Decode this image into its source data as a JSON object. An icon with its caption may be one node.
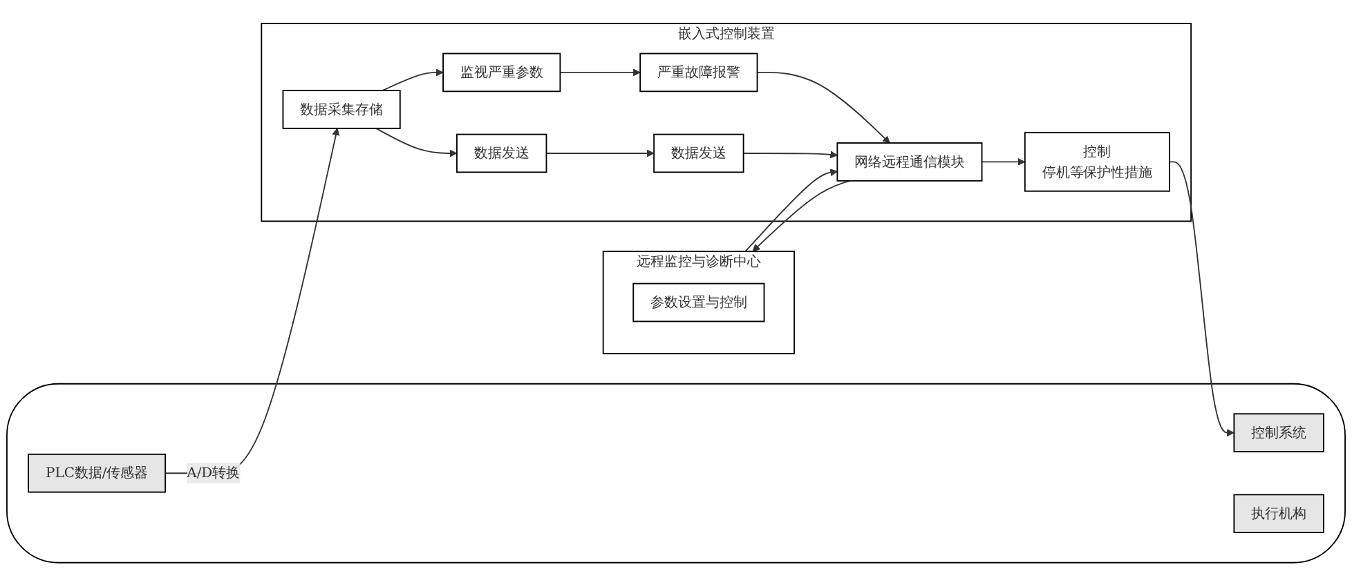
{
  "diagram": {
    "nodes": [
      {
        "text": [],
        "shape": "ellipse"
      },
      {
        "text": [
          "控制系统"
        ],
        "in": 0
      },
      {
        "text": [
          "执行机构"
        ],
        "in": 0
      },
      {
        "text": [
          "PLC数据/传感器"
        ],
        "in": 0
      },
      {
        "text": [
          "嵌入式控制装置"
        ]
      },
      {
        "text": [
          "控制",
          "停机等保护性措施"
        ],
        "in": 4
      },
      {
        "text": [
          "数据采集存储"
        ],
        "in": 4
      },
      {
        "text": [
          "监视严重参数"
        ],
        "in": 4
      },
      {
        "text": [
          "严重故障报警"
        ],
        "in": 4
      },
      {
        "text": [
          "数据发送"
        ],
        "in": 4
      },
      {
        "text": [
          "数据发送"
        ],
        "in": 4
      },
      {
        "text": [
          "网络远程通信模块"
        ],
        "in": 4
      },
      {
        "text": [
          "远程监控与诊断中心"
        ]
      },
      {
        "text": [
          "参数设置与控制"
        ],
        "in": 12
      }
    ],
    "edges": [
      {
        "from": 11,
        "to": 5,
        "arrow": "to"
      },
      {
        "from": 5,
        "to": 1,
        "arrow": "to"
      },
      {
        "from": 3,
        "to": 6,
        "arrow": "to",
        "label": "A/D转换"
      },
      {
        "from": 6,
        "to": 7,
        "arrow": "to"
      },
      {
        "from": 6,
        "to": 9,
        "arrow": "to"
      },
      {
        "from": 7,
        "to": 8,
        "arrow": "to"
      },
      {
        "from": 9,
        "to": 10,
        "arrow": "to"
      },
      {
        "from": 8,
        "to": 11,
        "arrow": "to"
      },
      {
        "from": 10,
        "to": 11,
        "arrow": "to"
      },
      {
        "from": 12,
        "to": 11,
        "arrow": "to"
      },
      {
        "from": 11,
        "to": 12,
        "arrow": "to"
      }
    ]
  }
}
